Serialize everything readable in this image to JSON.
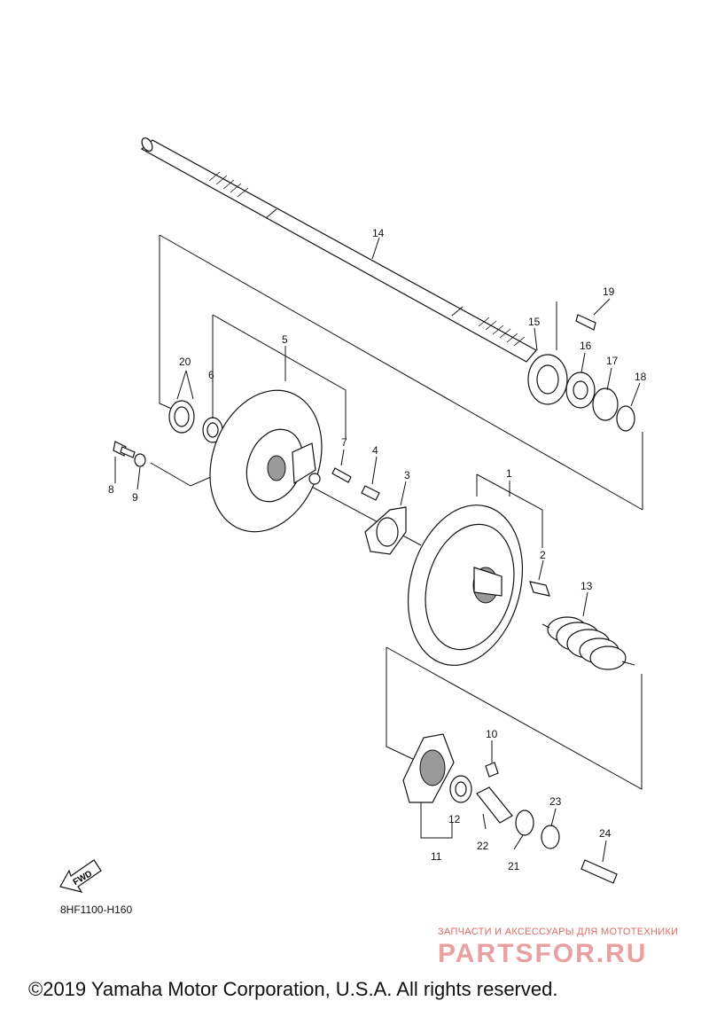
{
  "callouts": {
    "c1": "1",
    "c2": "2",
    "c3": "3",
    "c4": "4",
    "c5": "5",
    "c6": "6",
    "c7": "7",
    "c8": "8",
    "c9": "9",
    "c10": "10",
    "c11": "11",
    "c12": "12",
    "c13": "13",
    "c14": "14",
    "c15": "15",
    "c16": "16",
    "c17": "17",
    "c18": "18",
    "c19": "19",
    "c20": "20",
    "c21": "21",
    "c22": "22",
    "c23": "23",
    "c24": "24"
  },
  "fwd_label": "FWD",
  "diagram_code": "8HF1100-H160",
  "copyright": "©2019 Yamaha Motor Corporation, U.S.A. All rights reserved.",
  "watermark": {
    "tagline": "ЗАПЧАСТИ И АКСЕССУАРЫ ДЛЯ МОТОТЕХНИКИ",
    "logo_text": "PARTSFOR.RU"
  }
}
